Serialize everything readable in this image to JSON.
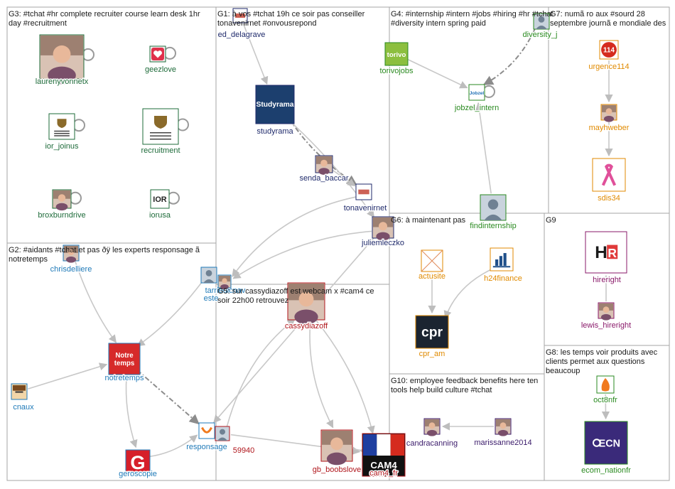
{
  "groups": [
    {
      "id": "G3",
      "title": "G3: #tchat #hr complete recruiter course learn desk 1hr day #recruitment"
    },
    {
      "id": "G1",
      "title": "G1: à vos #tchat 19h ce soir pas conseiller tonavenirnet #onvousrepond"
    },
    {
      "id": "G4",
      "title": "G4: #internship #intern #jobs #hiring #hr #tchat #diversity intern spring paid"
    },
    {
      "id": "G7",
      "title": "G7: numã ro aux #sourd 28 septembre journã e mondiale des"
    },
    {
      "id": "G2",
      "title": "G2: #aidants #tchat et pas ðÿ les experts responsage ã notretemps"
    },
    {
      "id": "G6",
      "title": "G6: à maintenant pas"
    },
    {
      "id": "G9",
      "title": "G9"
    },
    {
      "id": "G5",
      "title": "G5: sur cassydiazoff est webcam x #cam4 ce soir 22h00 retrouvez"
    },
    {
      "id": "G8",
      "title": "G8: les temps voir produits avec clients permet aux questions beaucoup"
    },
    {
      "id": "G10",
      "title": "G10: employee feedback benefits here ten tools help build culture #tchat"
    }
  ],
  "nodes": [
    {
      "id": "laurenyvonnetx",
      "label": "laurenyvonnetx",
      "group": "G3",
      "icon": "portrait-photo-icon",
      "color": "#1e6b3a"
    },
    {
      "id": "geezlove",
      "label": "geezlove",
      "group": "G3",
      "icon": "heart-icon",
      "color": "#1e6b3a"
    },
    {
      "id": "ior_joinus",
      "label": "ior_joinus",
      "group": "G3",
      "icon": "crest-logo-icon",
      "color": "#1e6b3a"
    },
    {
      "id": "recruitment",
      "label": "recruitment",
      "group": "G3",
      "icon": "crest-logo-icon",
      "color": "#1e6b3a"
    },
    {
      "id": "broxburndrive",
      "label": "broxburndrive",
      "group": "G3",
      "icon": "portrait-photo-icon",
      "color": "#1e6b3a"
    },
    {
      "id": "iorusa",
      "label": "iorusa",
      "group": "G3",
      "icon": "ior-logo-icon",
      "color": "#1e6b3a"
    },
    {
      "id": "ed_delagrave",
      "label": "ed_delagrave",
      "group": "G1",
      "icon": "logo-icon",
      "color": "#1f2a6b"
    },
    {
      "id": "studyrama",
      "label": "studyrama",
      "group": "G1",
      "icon": "studyrama-logo-icon",
      "color": "#1f2a6b"
    },
    {
      "id": "senda_baccar",
      "label": "senda_baccar",
      "group": "G1",
      "icon": "portrait-photo-icon",
      "color": "#1f2a6b"
    },
    {
      "id": "tonavenirnet",
      "label": "tonavenirnet",
      "group": "G1",
      "icon": "logo-icon",
      "color": "#1f2a6b"
    },
    {
      "id": "juliemleczko",
      "label": "juliemleczko",
      "group": "G1",
      "icon": "portrait-photo-icon",
      "color": "#1f2a6b"
    },
    {
      "id": "torivojobs",
      "label": "torivojobs",
      "group": "G4",
      "icon": "torivo-logo-icon",
      "color": "#2a8a20"
    },
    {
      "id": "diversityjobs",
      "label": "diversity_j",
      "group": "G4",
      "icon": "default-avatar-icon",
      "color": "#2a8a20"
    },
    {
      "id": "jobzel_intern",
      "label": "jobzel_intern",
      "group": "G4",
      "icon": "jobzel-logo-icon",
      "color": "#2a8a20"
    },
    {
      "id": "findinternship",
      "label": "findinternship",
      "group": "G4",
      "icon": "default-avatar-icon",
      "color": "#2a8a20"
    },
    {
      "id": "urgence114",
      "label": "urgence114",
      "group": "G7",
      "icon": "114-logo-icon",
      "color": "#e08a00"
    },
    {
      "id": "mayhweber",
      "label": "mayhweber",
      "group": "G7",
      "icon": "portrait-photo-icon",
      "color": "#e08a00"
    },
    {
      "id": "sdis34",
      "label": "sdis34",
      "group": "G7",
      "icon": "ribbon-logo-icon",
      "color": "#e08a00"
    },
    {
      "id": "chrisdelliere",
      "label": "chrisdelliere",
      "group": "G2",
      "icon": "portrait-photo-icon",
      "color": "#1f7ab8"
    },
    {
      "id": "tarrieulcnav",
      "label": "tarrieulcnav",
      "group": "G2",
      "icon": "default-avatar-icon",
      "color": "#1f7ab8"
    },
    {
      "id": "estelle",
      "label": "este",
      "group": "G2",
      "icon": "portrait-photo-icon",
      "color": "#1f7ab8"
    },
    {
      "id": "notretemps",
      "label": "notretemps",
      "group": "G2",
      "icon": "notretemps-logo-icon",
      "color": "#1f7ab8"
    },
    {
      "id": "cnaux",
      "label": "cnaux",
      "group": "G2",
      "icon": "cartoon-avatar-icon",
      "color": "#1f7ab8"
    },
    {
      "id": "responsage",
      "label": "responsage",
      "group": "G2",
      "icon": "responsage-logo-icon",
      "color": "#1f7ab8"
    },
    {
      "id": "geroscopie",
      "label": "geroscopie",
      "group": "G2",
      "icon": "g-logo-icon",
      "color": "#1f7ab8"
    },
    {
      "id": "actusite",
      "label": "actusite",
      "group": "G6",
      "icon": "broken-image-icon",
      "color": "#e08a00"
    },
    {
      "id": "h24finance",
      "label": "h24finance",
      "group": "G6",
      "icon": "bar-chart-logo-icon",
      "color": "#e08a00"
    },
    {
      "id": "cpr_am",
      "label": "cpr_am",
      "group": "G6",
      "icon": "cpr-logo-icon",
      "color": "#e08a00"
    },
    {
      "id": "hireright",
      "label": "hireright",
      "group": "G9",
      "icon": "hireright-logo-icon",
      "color": "#8a1a6a"
    },
    {
      "id": "lewis_hireright",
      "label": "lewis_hireright",
      "group": "G9",
      "icon": "portrait-photo-icon",
      "color": "#8a1a6a"
    },
    {
      "id": "cassydiazoff",
      "label": "cassydiazoff",
      "group": "G5",
      "icon": "portrait-photo-icon",
      "color": "#b0161c"
    },
    {
      "id": "user59940",
      "label": "59940",
      "group": "G5",
      "icon": "default-avatar-icon",
      "color": "#b0161c"
    },
    {
      "id": "gb_boobslover",
      "label": "gb_boobslove",
      "group": "G5",
      "icon": "portrait-photo-icon",
      "color": "#b0161c"
    },
    {
      "id": "cam4_fr",
      "label": "cam4_fr",
      "group": "G5",
      "icon": "cam4-logo-icon",
      "color": "#b0161c"
    },
    {
      "id": "oct8nfr",
      "label": "oct8nfr",
      "group": "G8",
      "icon": "flame-icon",
      "color": "#2a8a20"
    },
    {
      "id": "ecom_nationfr",
      "label": "ecom_nationfr",
      "group": "G8",
      "icon": "ecn-logo-icon",
      "color": "#2a8a20"
    },
    {
      "id": "candracanning",
      "label": "candracanning",
      "group": "G10",
      "icon": "portrait-photo-icon",
      "color": "#3a1a6a"
    },
    {
      "id": "marissanne2014",
      "label": "marissanne2014",
      "group": "G10",
      "icon": "portrait-photo-icon",
      "color": "#3a1a6a"
    }
  ],
  "logo_text": {
    "studyrama": "Studyrama",
    "torivo": "torivo",
    "jobzel": "Jobzel",
    "urgence": "114",
    "notretemps": "Notre temps",
    "ior": "IOR",
    "cpr": "cpr",
    "cam4": "CAM4",
    "ecn": "ECN",
    "hireright_h": "H",
    "hireright_r": "R"
  },
  "edges": [
    {
      "from": "ed_delagrave",
      "to": "studyrama",
      "style": "solid"
    },
    {
      "from": "studyrama",
      "to": "tonavenirnet",
      "style": "dashed"
    },
    {
      "from": "studyrama",
      "to": "juliemleczko",
      "style": "solid"
    },
    {
      "from": "senda_baccar",
      "to": "tonavenirnet",
      "style": "solid"
    },
    {
      "from": "diversityjobs",
      "to": "jobzel_intern",
      "style": "dashed"
    },
    {
      "from": "torivojobs",
      "to": "jobzel_intern",
      "style": "solid"
    },
    {
      "from": "findinternship",
      "to": "jobzel_intern",
      "style": "solid"
    },
    {
      "from": "urgence114",
      "to": "mayhweber",
      "style": "solid"
    },
    {
      "from": "mayhweber",
      "to": "sdis34",
      "style": "solid"
    },
    {
      "from": "chrisdelliere",
      "to": "notretemps",
      "style": "solid"
    },
    {
      "from": "tarrieulcnav",
      "to": "notretemps",
      "style": "solid"
    },
    {
      "from": "cnaux",
      "to": "notretemps",
      "style": "solid"
    },
    {
      "from": "notretemps",
      "to": "responsage",
      "style": "dashed"
    },
    {
      "from": "notretemps",
      "to": "geroscopie",
      "style": "solid"
    },
    {
      "from": "geroscopie",
      "to": "responsage",
      "style": "solid"
    },
    {
      "from": "juliemleczko",
      "to": "estelle",
      "style": "solid"
    },
    {
      "from": "tonavenirnet",
      "to": "estelle",
      "style": "solid"
    },
    {
      "from": "juliemleczko",
      "to": "responsage",
      "style": "solid"
    },
    {
      "from": "h24finance",
      "to": "cpr_am",
      "style": "solid"
    },
    {
      "from": "actusite",
      "to": "cpr_am",
      "style": "solid"
    },
    {
      "from": "lewis_hireright",
      "to": "hireright",
      "style": "solid"
    },
    {
      "from": "cassydiazoff",
      "to": "cam4_fr",
      "style": "solid"
    },
    {
      "from": "cassydiazoff",
      "to": "gb_boobslover",
      "style": "solid"
    },
    {
      "from": "user59940",
      "to": "cassydiazoff",
      "style": "solid"
    },
    {
      "from": "user59940",
      "to": "cam4_fr",
      "style": "solid"
    },
    {
      "from": "gb_boobslover",
      "to": "cam4_fr",
      "style": "solid"
    },
    {
      "from": "oct8nfr",
      "to": "ecom_nationfr",
      "style": "solid"
    },
    {
      "from": "marissanne2014",
      "to": "candracanning",
      "style": "solid"
    }
  ],
  "colors": {
    "background": "#ffffff",
    "box_border": "#a6a6a6",
    "edge": "#c8c8c8",
    "edge_dashed": "#8c8c8c"
  }
}
